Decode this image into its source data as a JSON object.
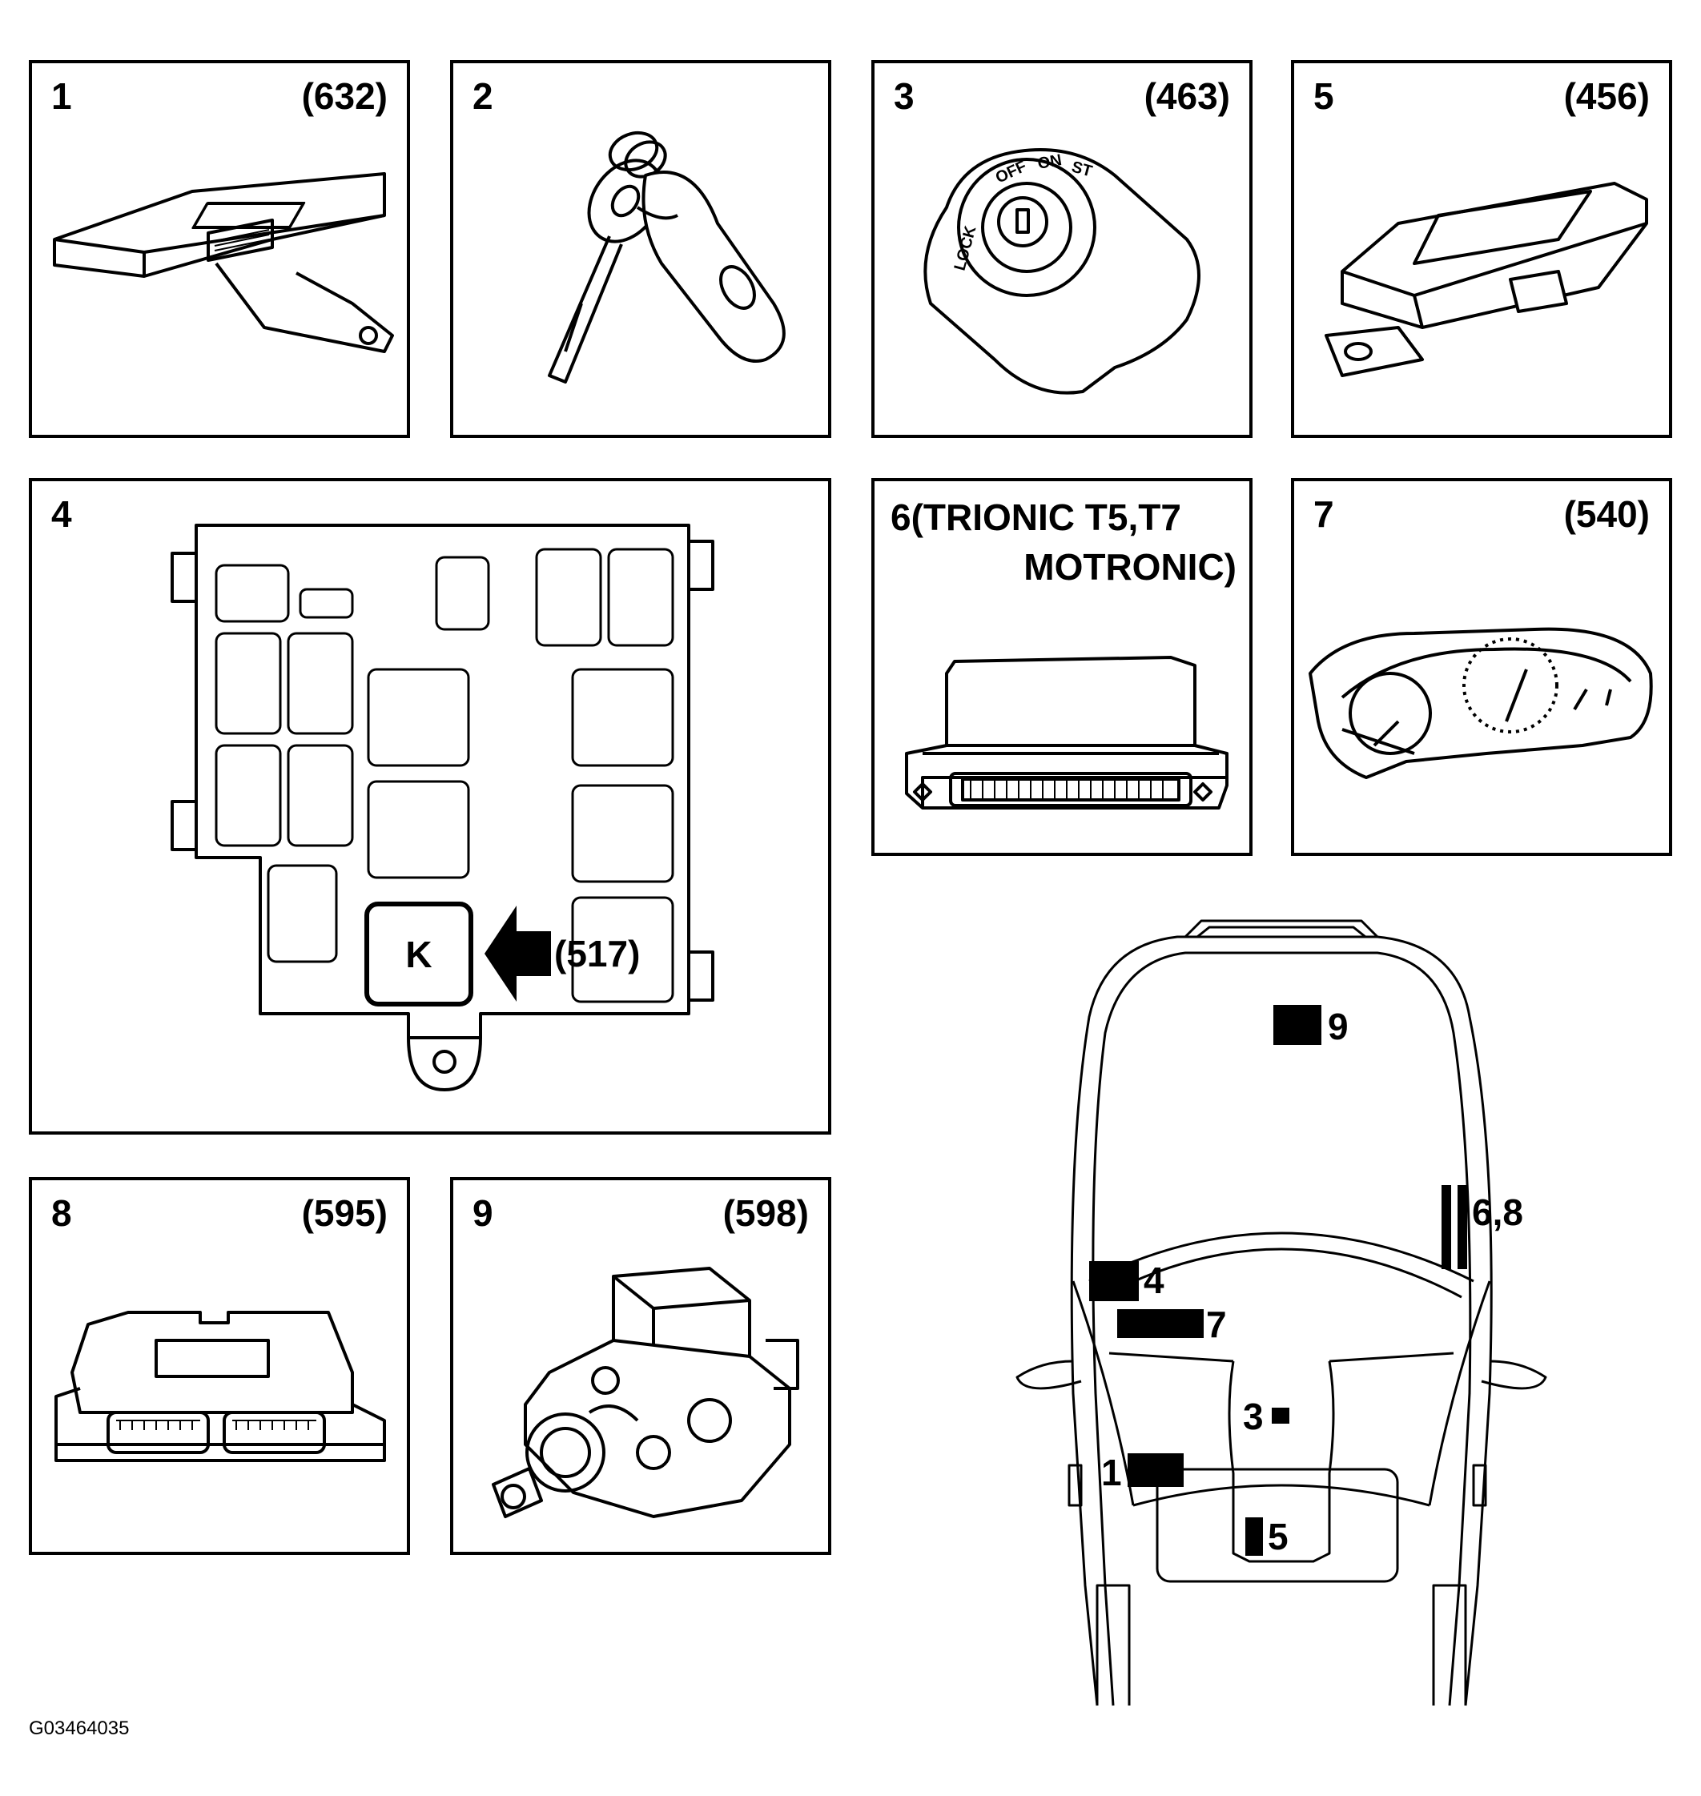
{
  "panels": [
    {
      "id": "p1",
      "number": "1",
      "ref": "(632)",
      "component": "control-module"
    },
    {
      "id": "p2",
      "number": "2",
      "ref": "",
      "component": "ignition-key"
    },
    {
      "id": "p3",
      "number": "3",
      "ref": "(463)",
      "component": "ignition-switch",
      "switch_labels": [
        "LOCK",
        "OFF",
        "ON",
        "ST"
      ]
    },
    {
      "id": "p5",
      "number": "5",
      "ref": "(456)",
      "component": "control-module"
    },
    {
      "id": "p4",
      "number": "4",
      "ref": "",
      "component": "fuse-relay-box",
      "relay_label": "K",
      "relay_ref": "(517)"
    },
    {
      "id": "p6",
      "number": "6",
      "title_line1": "(TRIONIC T5,T7",
      "title_line2": "MOTRONIC)",
      "component": "engine-control-module"
    },
    {
      "id": "p7",
      "number": "7",
      "ref": "(540)",
      "component": "instrument-cluster"
    },
    {
      "id": "p8",
      "number": "8",
      "ref": "(595)",
      "component": "engine-control-module"
    },
    {
      "id": "p9",
      "number": "9",
      "ref": "(598)",
      "component": "injection-pump"
    }
  ],
  "car_locations": [
    {
      "label": "9"
    },
    {
      "label": "6,8"
    },
    {
      "label": "4"
    },
    {
      "label": "7"
    },
    {
      "label": "3"
    },
    {
      "label": "1"
    },
    {
      "label": "5"
    }
  ],
  "figure_code": "G03464035",
  "colors": {
    "line": "#000000",
    "background": "#ffffff"
  }
}
